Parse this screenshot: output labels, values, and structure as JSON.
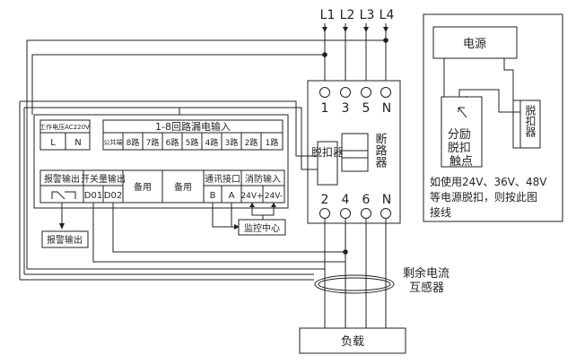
{
  "phases": {
    "l1": "L1",
    "l2": "L2",
    "l3": "L3",
    "l4": "L4"
  },
  "breaker": {
    "top_terminals": [
      "1",
      "3",
      "5",
      "N"
    ],
    "bottom_terminals": [
      "2",
      "4",
      "6",
      "N"
    ],
    "trip_label": "脱扣器",
    "breaker_label": "断路器"
  },
  "monitor": {
    "power": {
      "title": "工作电压AC220V",
      "l": "L",
      "n": "N"
    },
    "leak_input": {
      "title": "1-8回路漏电输入",
      "common": "公共端",
      "channels": [
        "8路",
        "7路",
        "6路",
        "5路",
        "4路",
        "3路",
        "2路",
        "1路"
      ]
    },
    "lower": {
      "alarm_out": "报警输出",
      "switch_out": "开关量输出",
      "d01": "D01",
      "d02": "D02",
      "spare1": "备用",
      "spare2": "备用",
      "comm": "通讯接口",
      "comm_b": "B",
      "comm_a": "A",
      "fire": "消防输入",
      "fire_pos": "24V+",
      "fire_neg": "24V-"
    }
  },
  "alarm_output_box": "报警输出",
  "monitor_center": "监控中心",
  "power_supply": "电源",
  "shunt_trip_contact": [
    "分励",
    "脱扣",
    "触点"
  ],
  "right_trip_label": "脱扣器",
  "note_lines": [
    "如使用24V、36V、48V",
    "等电源脱扣，则按此图",
    "接线"
  ],
  "ct_label": [
    "剩余电流",
    "互感器"
  ],
  "load": "负载"
}
